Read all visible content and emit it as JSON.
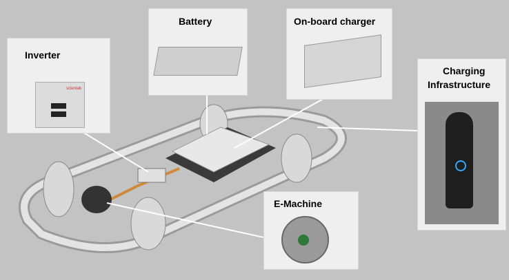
{
  "title": "Electric vehicle powertrain components",
  "components": {
    "inverter": "Inverter",
    "battery": "Battery",
    "charger": "On-board charger",
    "charging_line1": "Charging",
    "charging_line2": "Infrastructure",
    "emachine": "E-Machine"
  },
  "inverter_brand": "sclenlab"
}
